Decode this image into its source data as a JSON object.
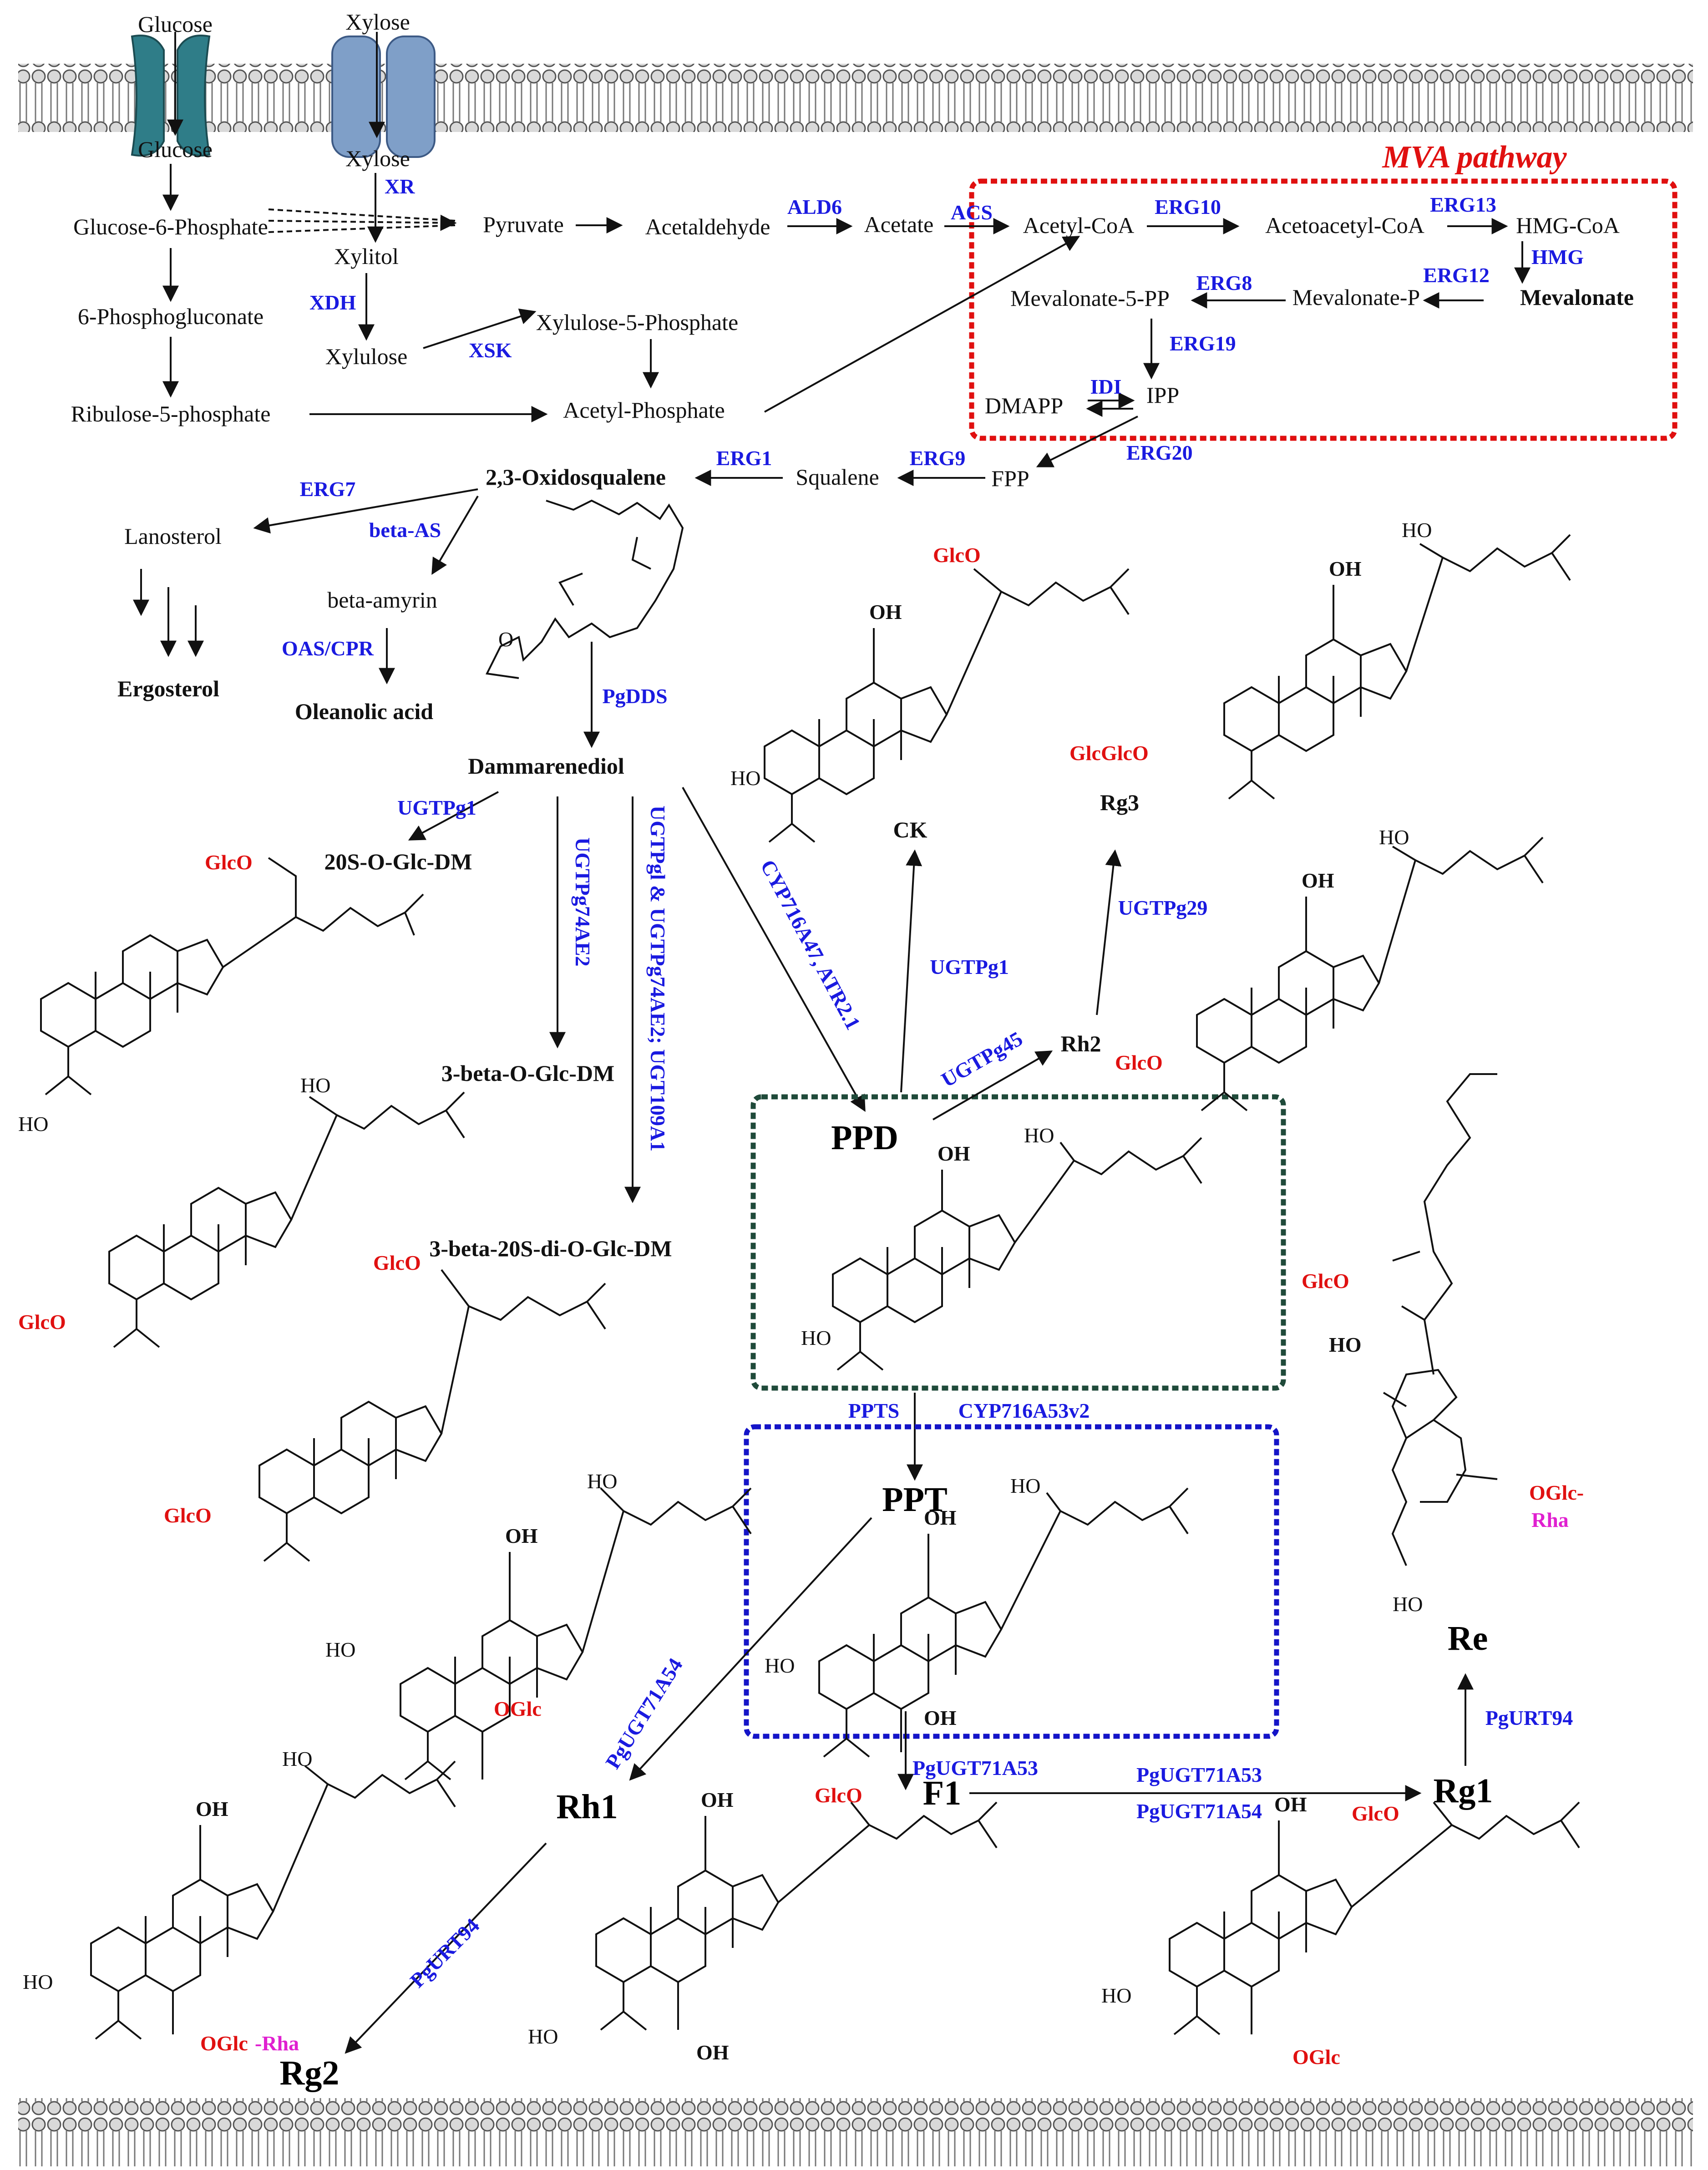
{
  "pathway_title": "MVA pathway",
  "transporters": {
    "glucose_out": "Glucose",
    "glucose_in": "Glucose",
    "xylose_out": "Xylose",
    "xylose_in": "Xylose"
  },
  "metabolites": {
    "g6p": "Glucose-6-Phosphate",
    "pg6": "6-Phosphogluconate",
    "r5p": "Ribulose-5-phosphate",
    "xylitol": "Xylitol",
    "xylulose": "Xylulose",
    "x5p": "Xylulose-5-Phosphate",
    "acp": "Acetyl-Phosphate",
    "pyruvate": "Pyruvate",
    "acetaldehyde": "Acetaldehyde",
    "acetate": "Acetate",
    "acoa": "Acetyl-CoA",
    "aacoa": "Acetoacetyl-CoA",
    "hmgcoa": "HMG-CoA",
    "mevalonate": "Mevalonate",
    "mevp": "Mevalonate-P",
    "mev5pp": "Mevalonate-5-PP",
    "ipp": "IPP",
    "dmapp": "DMAPP",
    "fpp": "FPP",
    "squalene": "Squalene",
    "oxido": "2,3-Oxidosqualene",
    "lanosterol": "Lanosterol",
    "ergosterol": "Ergosterol",
    "bamyrin": "beta-amyrin",
    "oleanolic": "Oleanolic acid",
    "dammarenediol": "Dammarenediol",
    "glcdm20": "20S-O-Glc-DM",
    "glcdm3": "3-beta-O-Glc-DM",
    "diglcdm": "3-beta-20S-di-O-Glc-DM",
    "ck": "CK",
    "rg3": "Rg3",
    "rh2": "Rh2",
    "ppd": "PPD",
    "ppt": "PPT",
    "rh1": "Rh1",
    "rg2": "Rg2",
    "f1": "F1",
    "rg1": "Rg1",
    "re": "Re"
  },
  "enzymes": {
    "xr": "XR",
    "xdh": "XDH",
    "xsk": "XSK",
    "ald6": "ALD6",
    "acs": "ACS",
    "erg10": "ERG10",
    "erg13": "ERG13",
    "hmg": "HMG",
    "erg12": "ERG12",
    "erg8": "ERG8",
    "erg19": "ERG19",
    "idi": "IDI",
    "erg20": "ERG20",
    "erg9": "ERG9",
    "erg1": "ERG1",
    "erg7": "ERG7",
    "bas": "beta-AS",
    "oascpr": "OAS/CPR",
    "pgdds": "PgDDS",
    "ugtpg1a": "UGTPg1",
    "ugtpg74": "UGTPg74AE2",
    "ugtcombo": "UGTPgl & UGTPg74AE2; UGT109A1",
    "cyp47": "CYP716A47, ATR2.1",
    "ugtpg1b": "UGTPg1",
    "ugtpg45": "UGTPg45",
    "ugtpg29": "UGTPg29",
    "ppts": "PPTS",
    "cyp53": "CYP716A53v2",
    "pgugt54a": "PgUGT71A54",
    "pgurt94a": "PgURT94",
    "pgugt53a": "PgUGT71A53",
    "pgugt53b": "PgUGT71A53",
    "pgugt54b": "PgUGT71A54",
    "pgurt94b": "PgURT94"
  },
  "groups": {
    "glco": "GlcO",
    "oglc": "OGlc",
    "glcglco": "GlcGlcO",
    "oglc_dash": "OGlc-",
    "rha": "Rha",
    "oh": "OH",
    "ho": "HO",
    "dash_rha": "-Rha"
  },
  "colors": {
    "enzyme": "#1a1ae0",
    "glycoside": "#e01010",
    "rhamnose": "#e020d0",
    "mva_box": "#e01010",
    "ppd_box": "#1f4a3a",
    "ppt_box": "#1414c8",
    "transporter_glucose": "#2f7d88",
    "transporter_xylose": "#7f9fc8"
  }
}
